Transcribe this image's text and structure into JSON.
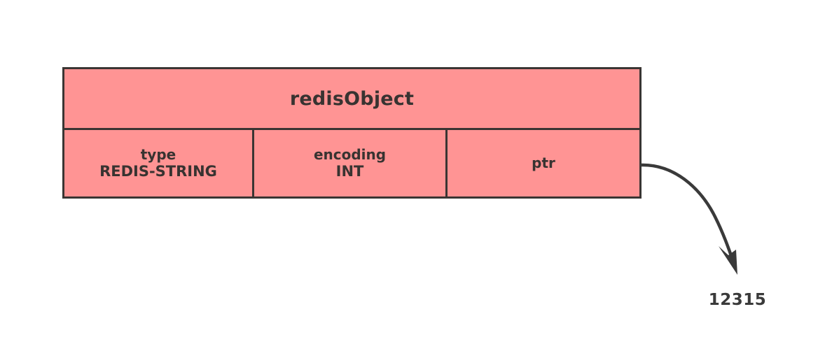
{
  "diagram": {
    "title": "redisObject",
    "background_color": "#ffffff",
    "box_fill_color": "#ff9494",
    "box_border_color": "#3a3533",
    "text_color": "#383331",
    "struct": {
      "header_label": "redisObject",
      "fields": [
        {
          "name": "type",
          "value": "REDIS-STRING"
        },
        {
          "name": "encoding",
          "value": "INT"
        },
        {
          "name": "ptr",
          "value": ""
        }
      ]
    },
    "pointer": {
      "arrow_icon": "curved-arrow-icon",
      "target_label": "12315",
      "arrow_color": "#3a3a3a"
    }
  }
}
